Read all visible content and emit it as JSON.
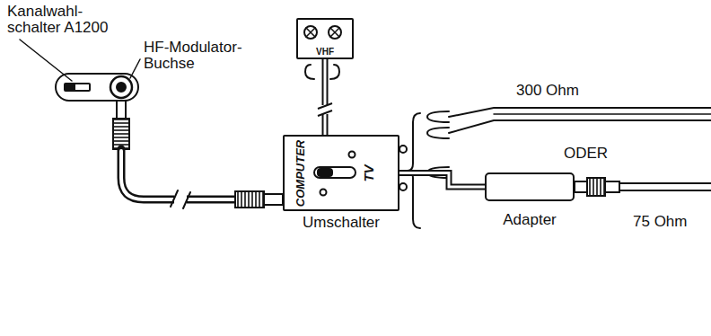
{
  "diagram": {
    "nodes": [
      {
        "text": [
          "VHF"
        ]
      },
      {
        "text": [
          "Umschalter",
          "COMPUTER",
          "TV"
        ]
      },
      {
        "text": [
          "Adapter"
        ]
      }
    ],
    "edges": [
      {
        "from": 0,
        "to": 1,
        "arrow": "none"
      },
      {
        "from": 1,
        "to": 2,
        "arrow": "none"
      }
    ],
    "labels": [
      "Kanalwahl- schalter A1200",
      "HF-Modulator- Buchse",
      "300 Ohm",
      "ODER",
      "75 Ohm"
    ]
  }
}
